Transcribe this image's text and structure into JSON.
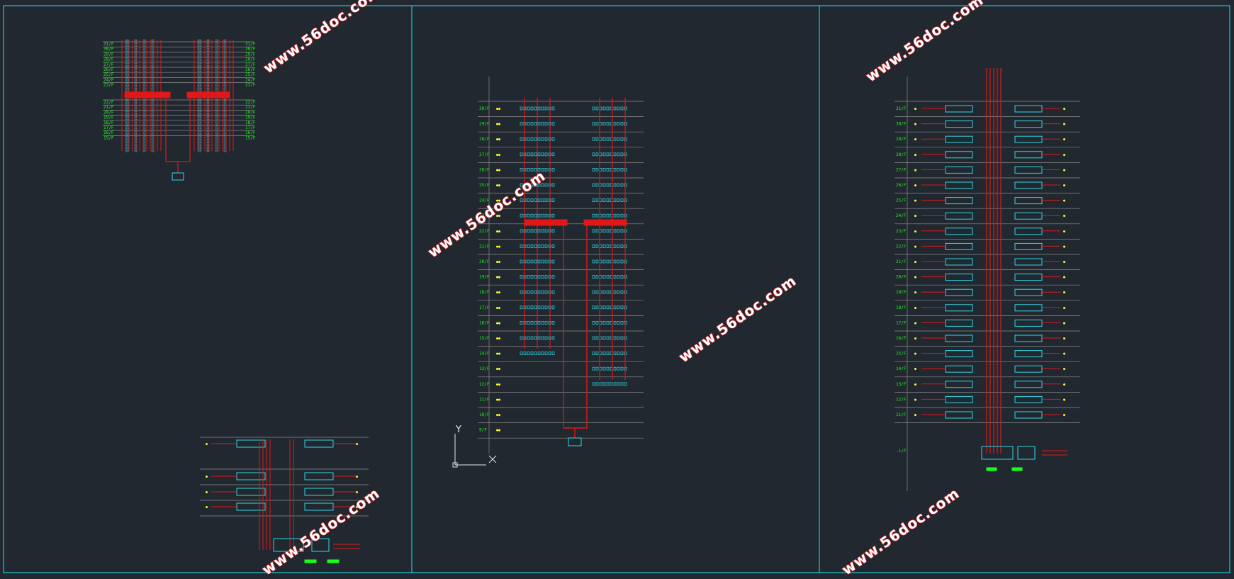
{
  "watermark": "www.56doc.com",
  "colors": {
    "background": "#212830",
    "frame": "#1fc8d8",
    "floor_line": "#8c8c8c",
    "riser": "#e01818",
    "label": "#19ff19",
    "tag": "#ffff33",
    "device": "#2fd8e6"
  },
  "drawing1": {
    "floors_upper": [
      "31/F",
      "30/F",
      "29/F",
      "28/F",
      "27/F",
      "26/F",
      "25/F",
      "24/F",
      "23/F"
    ],
    "floors_lower": [
      "22/F",
      "21/F",
      "20/F",
      "19/F",
      "18/F",
      "17/F",
      "16/F",
      "15/F"
    ]
  },
  "drawing2": {
    "floors": [
      "30/F",
      "29/F",
      "28/F",
      "27/F",
      "26/F",
      "25/F",
      "24/F",
      "23/F",
      "22/F",
      "21/F",
      "20/F",
      "19/F",
      "18/F",
      "17/F",
      "16/F",
      "15/F",
      "14/F",
      "13/F",
      "12/F",
      "11/F",
      "10/F",
      "9/F"
    ],
    "axis_y": "Y",
    "axis_x": "X"
  },
  "drawing3": {
    "floors": [
      "31/F",
      "30/F",
      "29/F",
      "28/F",
      "27/F",
      "26/F",
      "25/F",
      "24/F",
      "23/F",
      "22/F",
      "21/F",
      "20/F",
      "19/F",
      "18/F",
      "17/F",
      "16/F",
      "15/F",
      "14/F",
      "13/F",
      "12/F",
      "11/F"
    ],
    "basement": "-1/F"
  }
}
